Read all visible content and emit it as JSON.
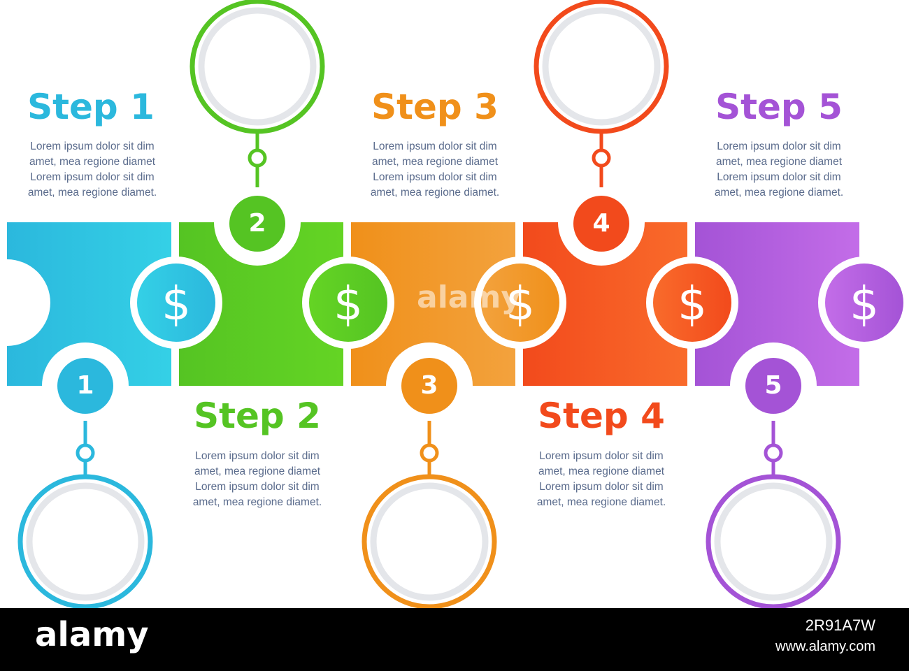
{
  "steps": [
    {
      "number": "1",
      "title": "Step 1",
      "color": "#2bb8dd",
      "color_light": "#34d0e6",
      "desc": [
        "Lorem ipsum dolor sit dim",
        "amet, mea regione diamet",
        "Lorem ipsum dolor sit dim",
        "amet, mea regione diamet."
      ]
    },
    {
      "number": "2",
      "title": "Step 2",
      "color": "#55c423",
      "color_light": "#64d424",
      "desc": [
        "Lorem ipsum dolor sit dim",
        "amet, mea regione diamet",
        "Lorem ipsum dolor sit dim",
        "amet, mea regione diamet."
      ]
    },
    {
      "number": "3",
      "title": "Step 3",
      "color": "#f0901a",
      "color_light": "#f3a23d",
      "desc": [
        "Lorem ipsum dolor sit dim",
        "amet, mea regione diamet",
        "Lorem ipsum dolor sit dim",
        "amet, mea regione diamet."
      ]
    },
    {
      "number": "4",
      "title": "Step 4",
      "color": "#f24a1c",
      "color_light": "#f96b2b",
      "desc": [
        "Lorem ipsum dolor sit dim",
        "amet, mea regione diamet",
        "Lorem ipsum dolor sit dim",
        "amet, mea regione diamet."
      ]
    },
    {
      "number": "5",
      "title": "Step 5",
      "color": "#a453d6",
      "color_light": "#c36de8",
      "desc": [
        "Lorem ipsum dolor sit dim",
        "amet, mea regione diamet",
        "Lorem ipsum dolor sit dim",
        "amet, mea regione diamet."
      ]
    }
  ],
  "connector_icon": "dollar-icon",
  "connector_symbol": "$",
  "watermark": "alamy",
  "footer": {
    "logo": "alamy",
    "image_id": "2R91A7W",
    "url": "www.alamy.com"
  }
}
